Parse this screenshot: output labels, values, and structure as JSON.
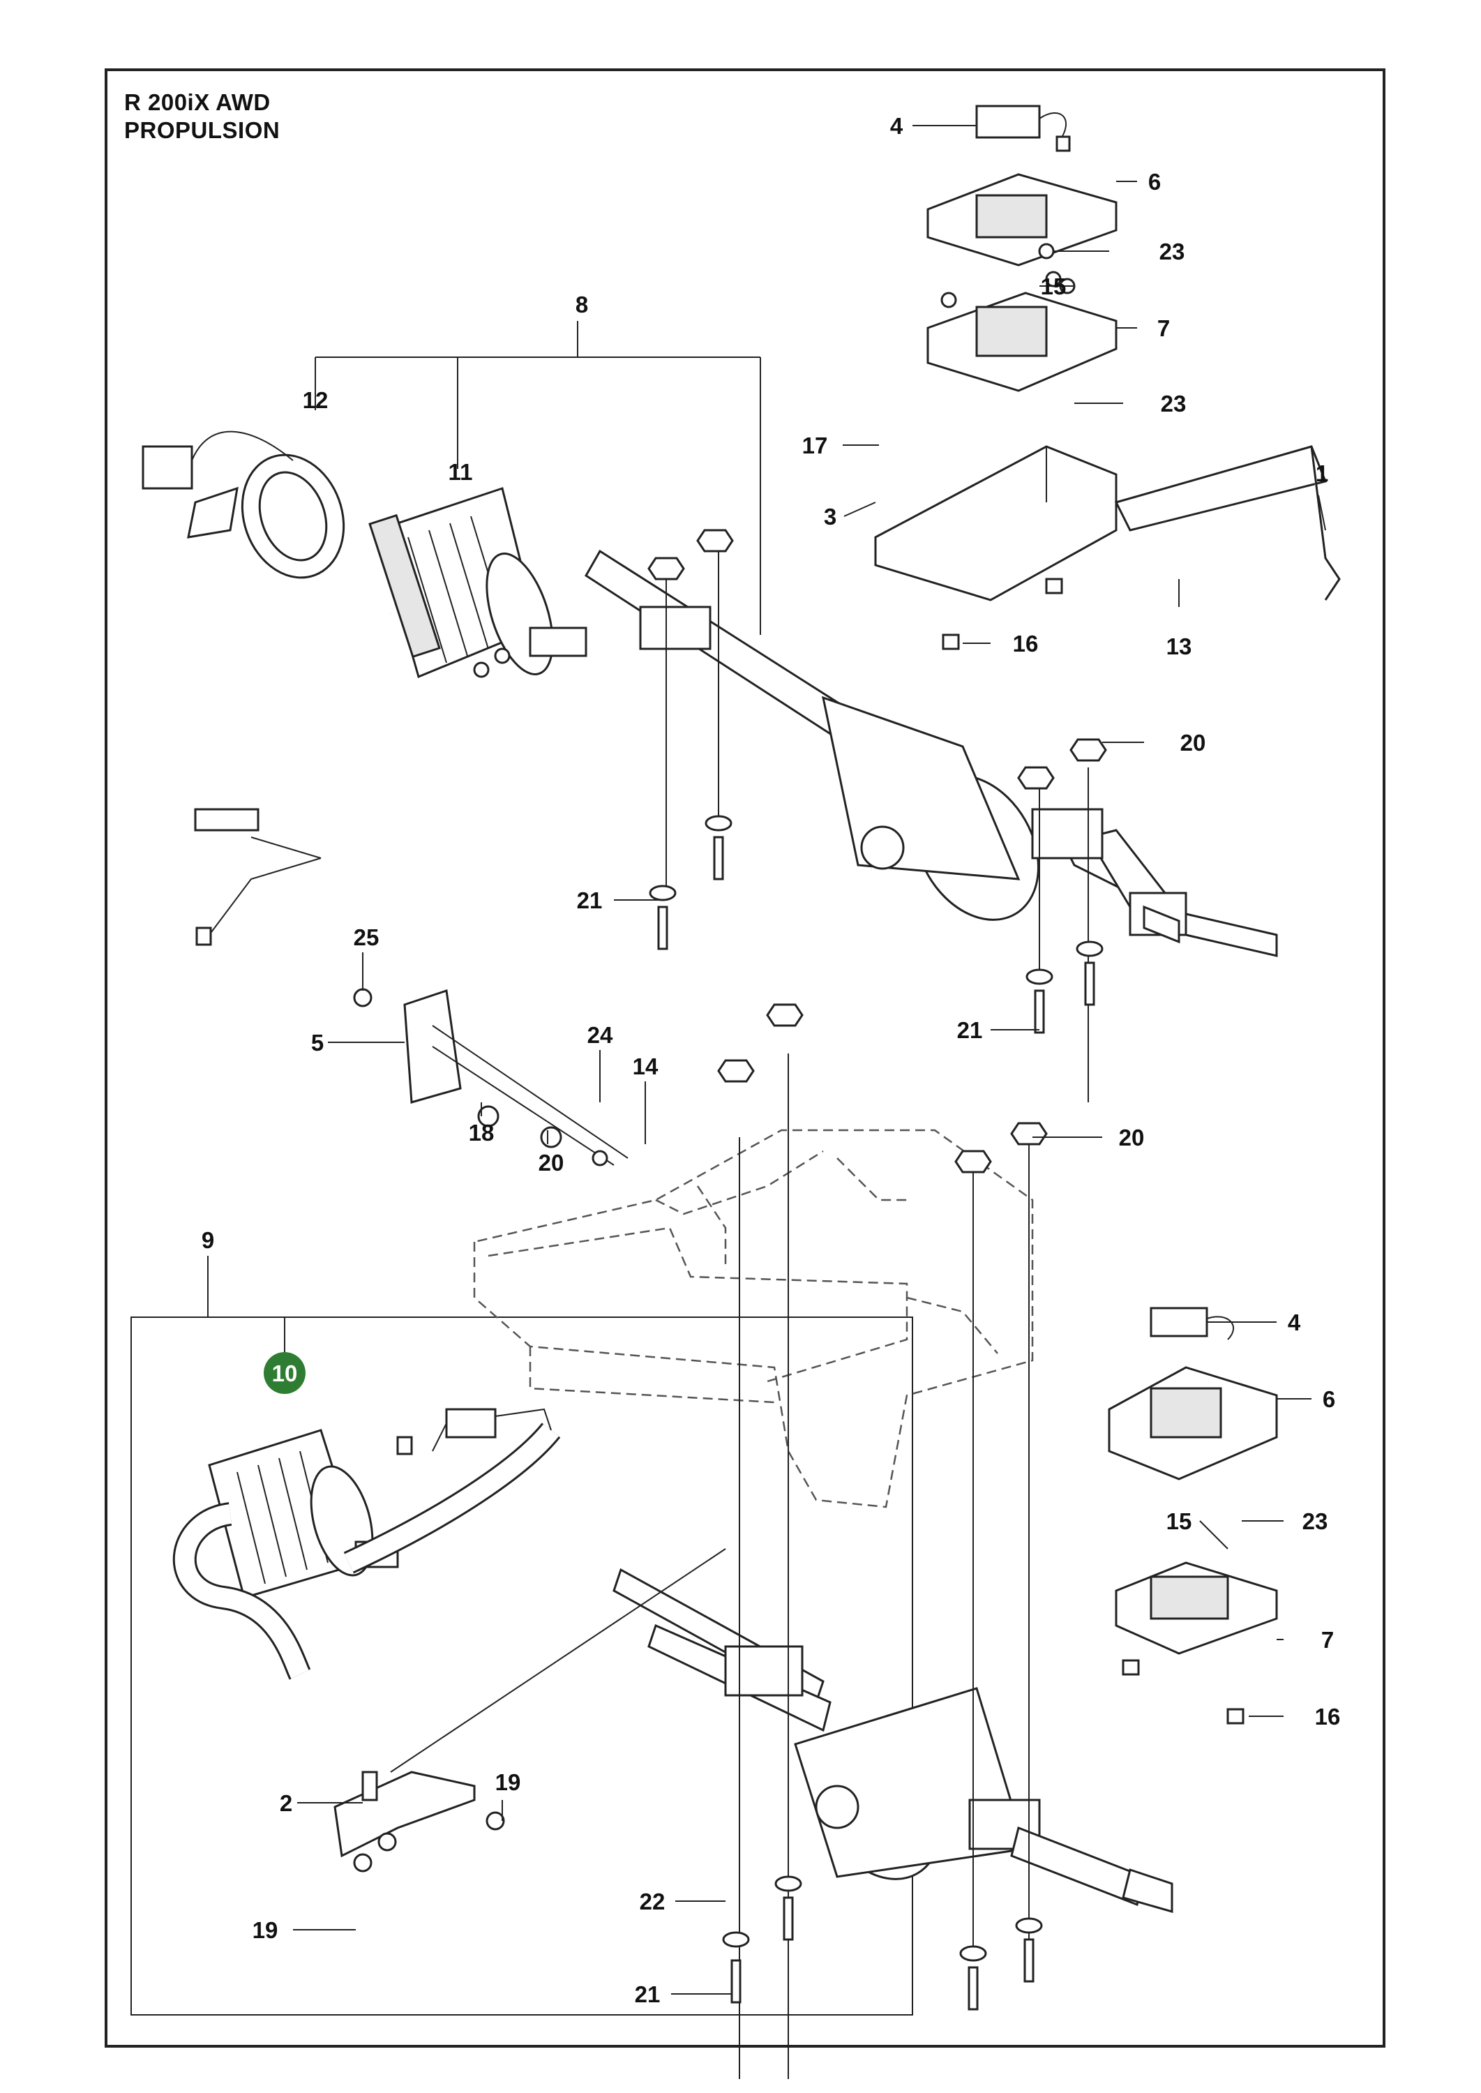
{
  "header": {
    "line1": "R 200iX AWD",
    "line2": "PROPULSION"
  },
  "callouts": {
    "c1": "1",
    "c2": "2",
    "c3": "3",
    "c4a": "4",
    "c4b": "4",
    "c5": "5",
    "c6a": "6",
    "c6b": "6",
    "c7a": "7",
    "c7b": "7",
    "c8": "8",
    "c9": "9",
    "c10": "10",
    "c11": "11",
    "c12": "12",
    "c13": "13",
    "c14": "14",
    "c15a": "15",
    "c15b": "15",
    "c16a": "16",
    "c16b": "16",
    "c17": "17",
    "c18": "18",
    "c19a": "19",
    "c19b": "19",
    "c20a": "20",
    "c20b": "20",
    "c20c": "20",
    "c21a": "21",
    "c21b": "21",
    "c21c": "21",
    "c22": "22",
    "c23a": "23",
    "c23b": "23",
    "c23c": "23",
    "c24": "24",
    "c25": "25"
  },
  "colors": {
    "highlight_badge": "#2e7d32",
    "line": "#222222",
    "frame_dashed": "#555555"
  }
}
